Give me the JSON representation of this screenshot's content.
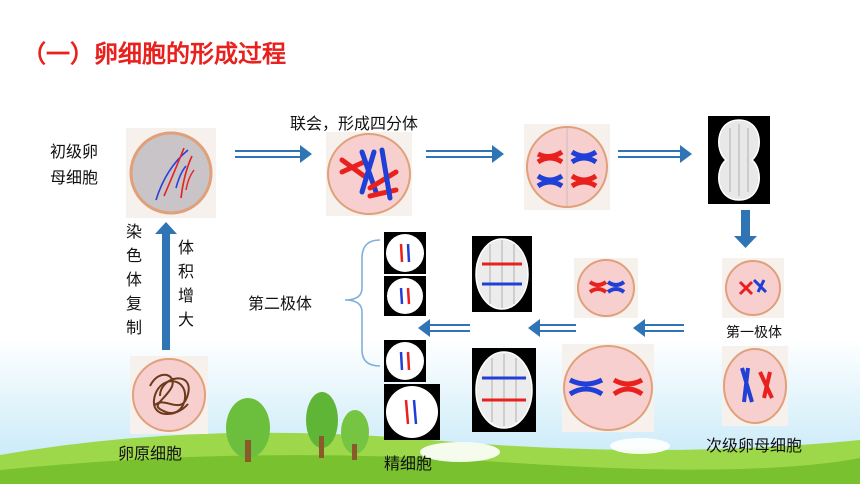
{
  "title": "（一）卵细胞的形成过程",
  "labels": {
    "primary_oocyte_line1": "初级卵",
    "primary_oocyte_line2": "母细胞",
    "synapsis": "联会，形成四分体",
    "chromosome_replication": "染色体复制",
    "volume_increase": "体积增大",
    "oogonium": "卵原细胞",
    "second_polar_body": "第二极体",
    "first_polar_body": "第一极体",
    "secondary_oocyte": "次级卵母细胞",
    "egg_cell": "精细胞"
  },
  "colors": {
    "title": "#e8201e",
    "arrow": "#2f74b5",
    "chromosome_red": "#e8201e",
    "chromosome_blue": "#1f3fd6",
    "cell_fill": "#f7cfcf",
    "cell_border": "#e0a07a",
    "sky": "#8fd0ef",
    "grass": "#8ccf3a"
  }
}
